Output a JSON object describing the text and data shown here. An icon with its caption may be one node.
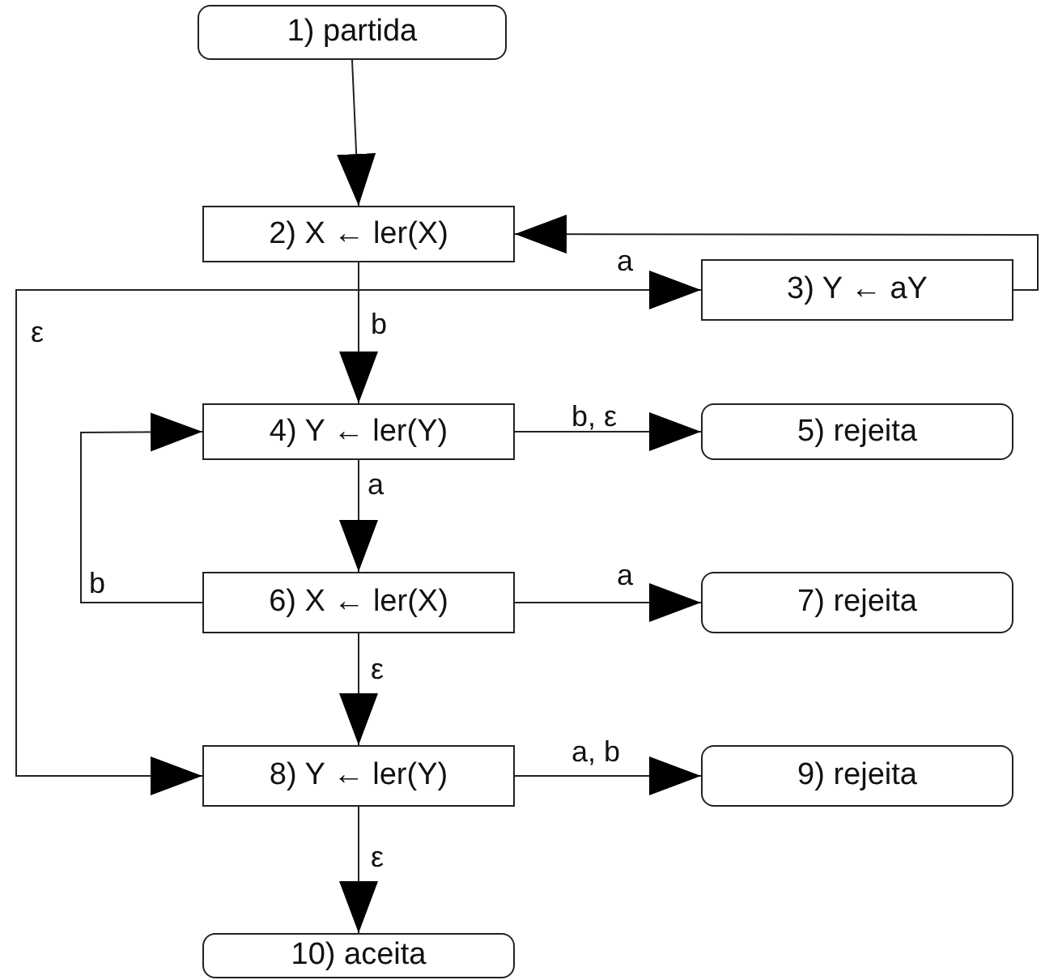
{
  "diagram": {
    "nodes": [
      {
        "text": [
          "1) partida"
        ]
      },
      {
        "text": [
          "2) X ← ler(X)"
        ]
      },
      {
        "text": [
          "3) Y ← aY"
        ]
      },
      {
        "text": [
          "4) Y ← ler(Y)"
        ]
      },
      {
        "text": [
          "5) rejeita"
        ]
      },
      {
        "text": [
          "6) X ← ler(X)"
        ]
      },
      {
        "text": [
          "7) rejeita"
        ]
      },
      {
        "text": [
          "8) Y ← ler(Y)"
        ]
      },
      {
        "text": [
          "9) rejeita"
        ]
      },
      {
        "text": [
          "10) aceita"
        ]
      }
    ],
    "edges": [
      {
        "from": 0,
        "to": 1,
        "arrow": "to"
      },
      {
        "from": 1,
        "to": 2,
        "arrow": "to",
        "label": "a"
      },
      {
        "from": 1,
        "to": 3,
        "arrow": "to",
        "label": "b"
      },
      {
        "from": 1,
        "to": 7,
        "arrow": "to",
        "label": "ε"
      },
      {
        "from": 2,
        "to": 1,
        "arrow": "to"
      },
      {
        "from": 3,
        "to": 4,
        "arrow": "to",
        "label": "b, ε"
      },
      {
        "from": 3,
        "to": 5,
        "arrow": "to",
        "label": "a"
      },
      {
        "from": 5,
        "to": 3,
        "arrow": "to",
        "label": "b"
      },
      {
        "from": 5,
        "to": 6,
        "arrow": "to",
        "label": "a"
      },
      {
        "from": 5,
        "to": 7,
        "arrow": "to",
        "label": "ε"
      },
      {
        "from": 7,
        "to": 8,
        "arrow": "to",
        "label": "a, b"
      },
      {
        "from": 7,
        "to": 9,
        "arrow": "to",
        "label": "ε"
      }
    ]
  }
}
